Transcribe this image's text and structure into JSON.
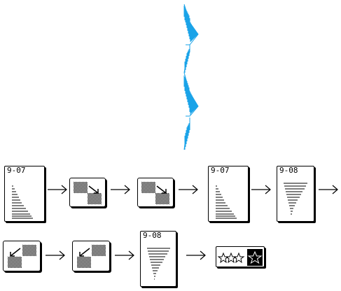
{
  "preview": {
    "name": "stitch-preview",
    "color": "#1aa3e8"
  },
  "row1": [
    {
      "kind": "card",
      "code": "9-07",
      "glyph": "triangle-right-shade"
    },
    {
      "kind": "tile",
      "glyph": "block-diagonal-down-right"
    },
    {
      "kind": "tile",
      "glyph": "block-diagonal-down-right"
    },
    {
      "kind": "card",
      "code": "9-07",
      "glyph": "triangle-right-shade"
    },
    {
      "kind": "card",
      "code": "9-08",
      "glyph": "triangle-down-shade"
    }
  ],
  "row2": [
    {
      "kind": "tile",
      "glyph": "block-diagonal-down-left"
    },
    {
      "kind": "tile",
      "glyph": "block-diagonal-down-left"
    },
    {
      "kind": "card",
      "code": "9-08",
      "glyph": "triangle-down-shade"
    },
    {
      "kind": "button",
      "glyph": "stars-mode"
    }
  ]
}
